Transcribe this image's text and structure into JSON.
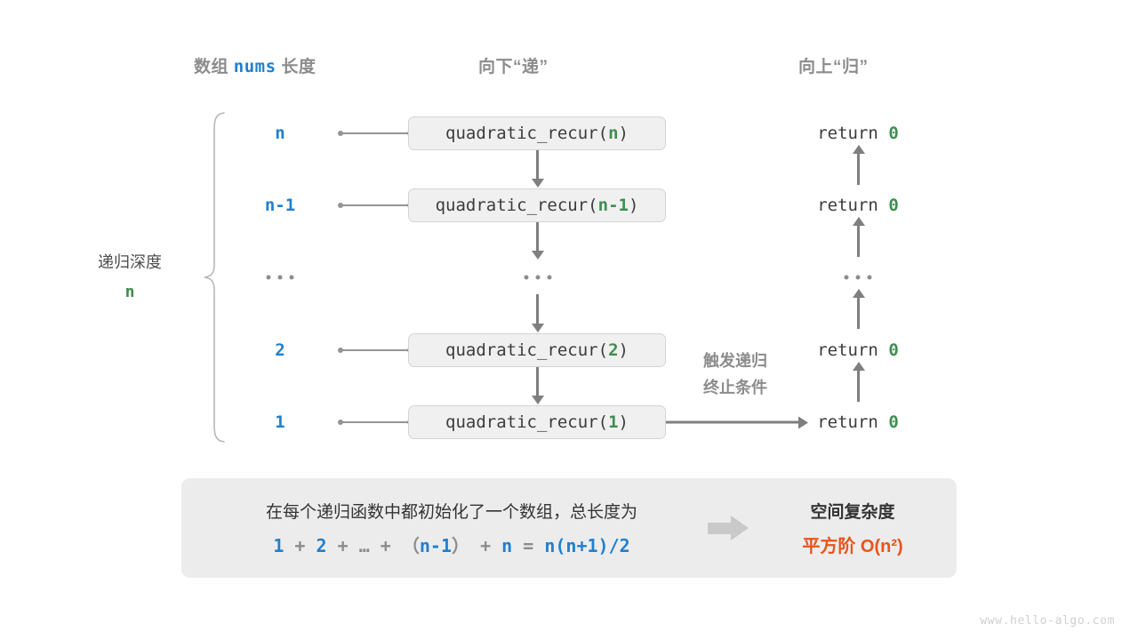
{
  "headers": {
    "array_prefix": "数组",
    "array_code": "nums",
    "array_suffix": "长度",
    "down": "向下“递”",
    "up": "向上“归”"
  },
  "depth": {
    "label": "递归深度",
    "value": "n"
  },
  "rows": [
    {
      "length": "n",
      "call_prefix": "quadratic_recur(",
      "call_arg": "n",
      "call_suffix": ")",
      "return_prefix": "return ",
      "return_value": "0"
    },
    {
      "length": "n-1",
      "call_prefix": "quadratic_recur(",
      "call_arg": "n-1",
      "call_suffix": ")",
      "return_prefix": "return ",
      "return_value": "0"
    },
    {
      "length": "…",
      "call_prefix": "",
      "call_arg": "",
      "call_suffix": "",
      "return_prefix": "",
      "return_value": ""
    },
    {
      "length": "2",
      "call_prefix": "quadratic_recur(",
      "call_arg": "2",
      "call_suffix": ")",
      "return_prefix": "return ",
      "return_value": "0"
    },
    {
      "length": "1",
      "call_prefix": "quadratic_recur(",
      "call_arg": "1",
      "call_suffix": ")",
      "return_prefix": "return ",
      "return_value": "0"
    }
  ],
  "trigger_note": {
    "line1": "触发递归",
    "line2": "终止条件"
  },
  "summary": {
    "description": "在每个递归函数中都初始化了一个数组，总长度为",
    "formula": {
      "t1": "1",
      "op1": "+",
      "t2": "2",
      "op2": "+",
      "ell": "…",
      "op3": "+",
      "lp": "（",
      "t3": "n-1",
      "rp": "）",
      "op4": "+",
      "t4": "n",
      "eq": "=",
      "result": "n(n+1)/2"
    },
    "title": "空间复杂度",
    "value": "平方阶  O(n²)"
  },
  "watermark": "www.hello-algo.com",
  "colors": {
    "blue": "#2080d0",
    "green": "#3e8e4f",
    "orange": "#e8541a",
    "gray_text": "#8c8c8c",
    "box_fill": "#f0f0f0",
    "panel_fill": "#ececec"
  }
}
